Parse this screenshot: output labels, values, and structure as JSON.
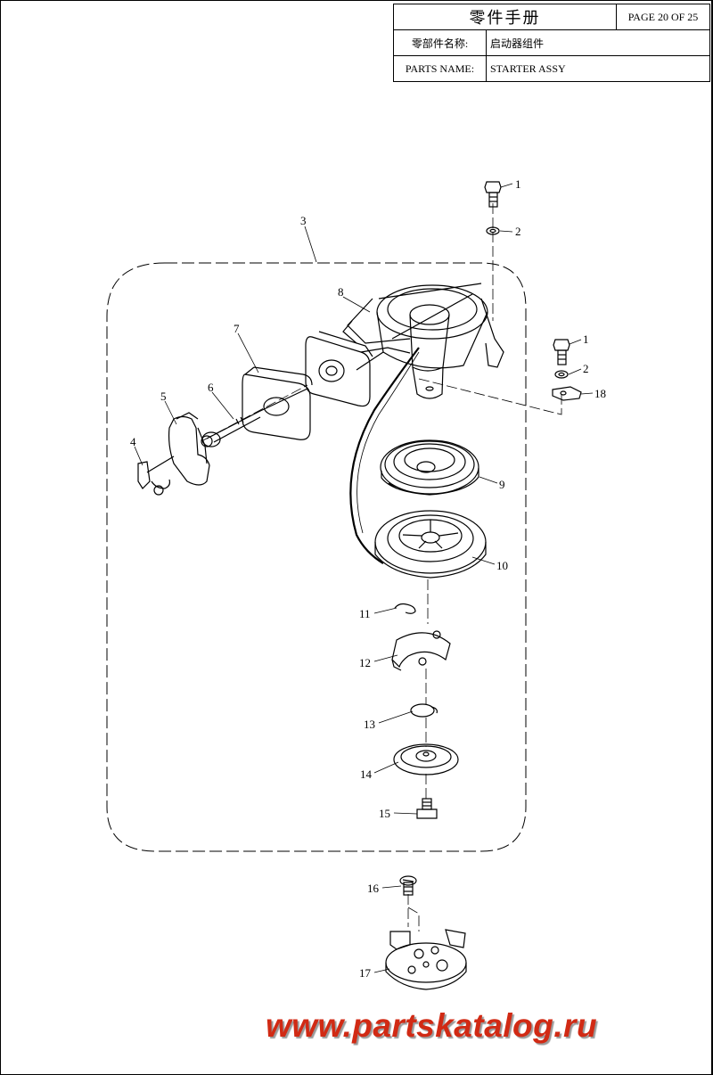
{
  "title_block": {
    "manual_title": "零件手册",
    "page": "PAGE 20 OF 25",
    "parts_name_label_cn": "零部件名称:",
    "parts_name_value_cn": "启动器组件",
    "parts_name_label_en": "PARTS NAME:",
    "parts_name_value_en": "STARTER ASSY"
  },
  "callouts": {
    "c1a": "1",
    "c2a": "2",
    "c1b": "1",
    "c2b": "2",
    "c18": "18",
    "c3": "3",
    "c4": "4",
    "c5": "5",
    "c6": "6",
    "c7": "7",
    "c8": "8",
    "c9": "9",
    "c10": "10",
    "c11": "11",
    "c12": "12",
    "c13": "13",
    "c14": "14",
    "c15": "15",
    "c16": "16",
    "c17": "17"
  },
  "watermark": "www.partskatalog.ru"
}
